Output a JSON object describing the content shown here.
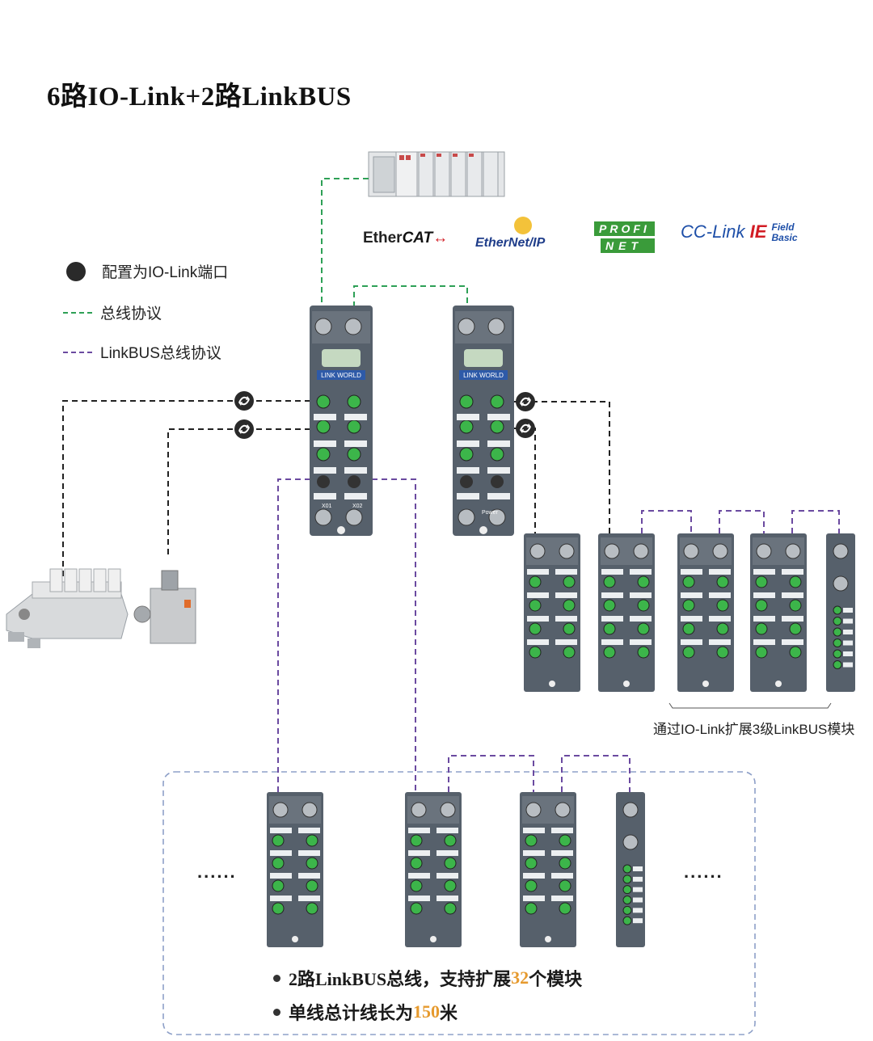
{
  "title": "6路IO-Link+2路LinkBUS",
  "legend": {
    "iolink_port": "配置为IO-Link端口",
    "bus_protocol": "总线协议",
    "linkbus_protocol": "LinkBUS总线协议"
  },
  "protocols": {
    "ethercat_prefix": "Ether",
    "ethercat_suffix": "CAT",
    "ethernetip": "EtherNet/IP",
    "profinet_top": "PROFI",
    "profinet_bottom": "NET",
    "cclink": "CC-Link",
    "cclink_ie": "IE",
    "cclink_field": "Field",
    "cclink_basic": "Basic"
  },
  "module": {
    "brand": "LINK WORLD",
    "port_x01": "X01",
    "port_x02": "X02",
    "power_label": "Power"
  },
  "expand_caption": "通过IO-Link扩展3级LinkBUS模块",
  "ellipsis_left": "......",
  "ellipsis_right": "......",
  "bullets": {
    "b1_prefix": "2路LinkBUS总线，支持扩展",
    "b1_highlight": "32",
    "b1_suffix": "个模块",
    "b2_prefix": "单线总计线长为",
    "b2_highlight": "150",
    "b2_suffix": "米"
  },
  "colors": {
    "bus_line": "#2ea056",
    "linkbus_line": "#6b4aa0",
    "iolink_line": "#222222",
    "module_body": "#56606b",
    "port_green": "#3cb54a",
    "highlight": "#e69a2e",
    "frame": "#8ea0c8"
  }
}
